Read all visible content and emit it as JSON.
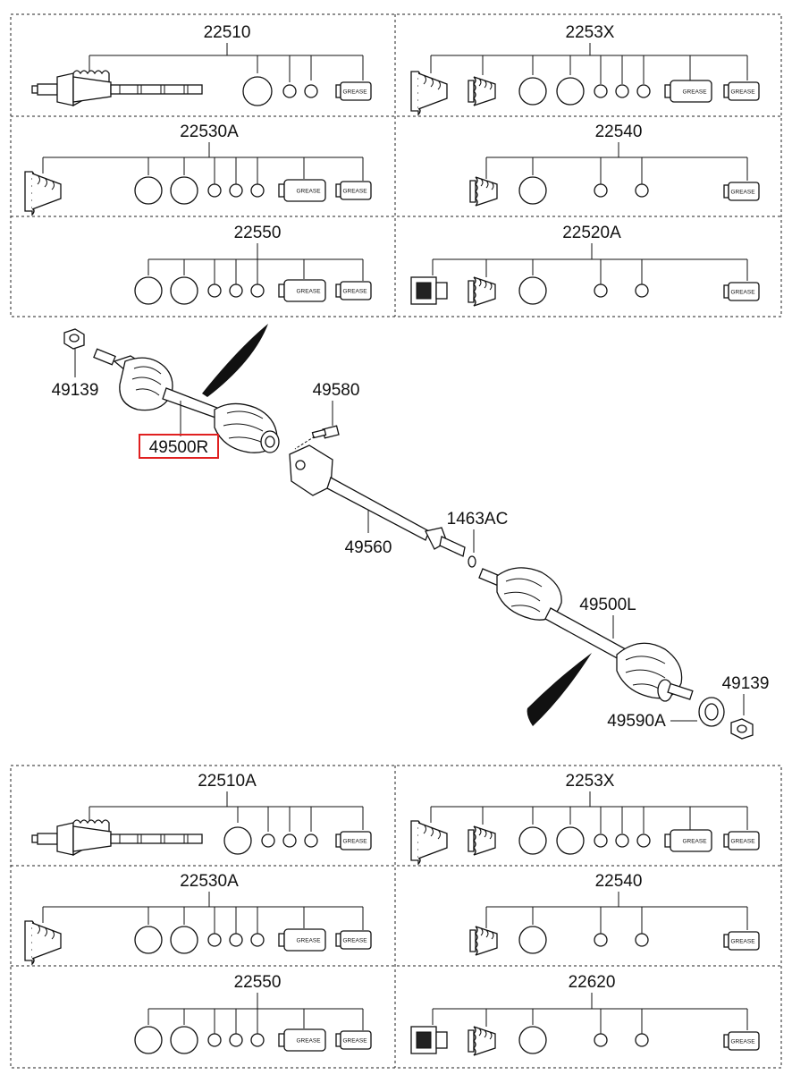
{
  "grease_label": "GREASE",
  "kits_top": {
    "row1_left": "22510",
    "row1_right": "2253X",
    "row2_left": "22530A",
    "row2_right": "22540",
    "row3_left": "22550",
    "row3_right": "22520A"
  },
  "kits_bottom": {
    "row1_left": "22510A",
    "row1_right": "2253X",
    "row2_left": "22530A",
    "row2_right": "22540",
    "row3_left": "22550",
    "row3_right": "22620"
  },
  "callouts": {
    "nut_left": "49139",
    "shaft_right": "49500R",
    "bolt": "49580",
    "inter_shaft": "49560",
    "snap_ring": "1463AC",
    "shaft_left": "49500L",
    "nut_right": "49139",
    "bearing": "49590A"
  },
  "highlight_color": "#e02020"
}
